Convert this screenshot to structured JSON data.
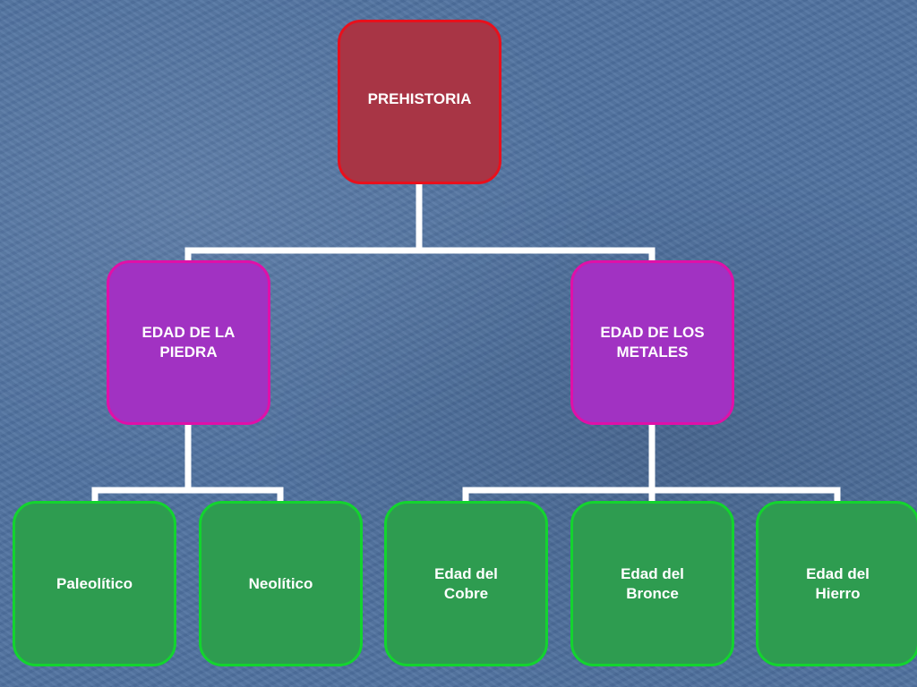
{
  "diagram": {
    "root": {
      "label": "PREHISTORIA"
    },
    "children": [
      {
        "label": "EDAD DE LA\nPIEDRA",
        "children": [
          {
            "label": "Paleolítico"
          },
          {
            "label": "Neolítico"
          }
        ]
      },
      {
        "label": "EDAD DE LOS\nMETALES",
        "children": [
          {
            "label": "Edad del\nCobre"
          },
          {
            "label": "Edad del\nBronce"
          },
          {
            "label": "Edad del\nHierro"
          }
        ]
      }
    ]
  },
  "colors": {
    "background": "#4f72a0",
    "connector": "#ffffff",
    "root_fill": "#a83545",
    "root_border": "#e8101c",
    "mid_fill": "#a132c2",
    "mid_border": "#e010a8",
    "leaf_fill": "#2e9c50",
    "leaf_border": "#13d42e"
  }
}
